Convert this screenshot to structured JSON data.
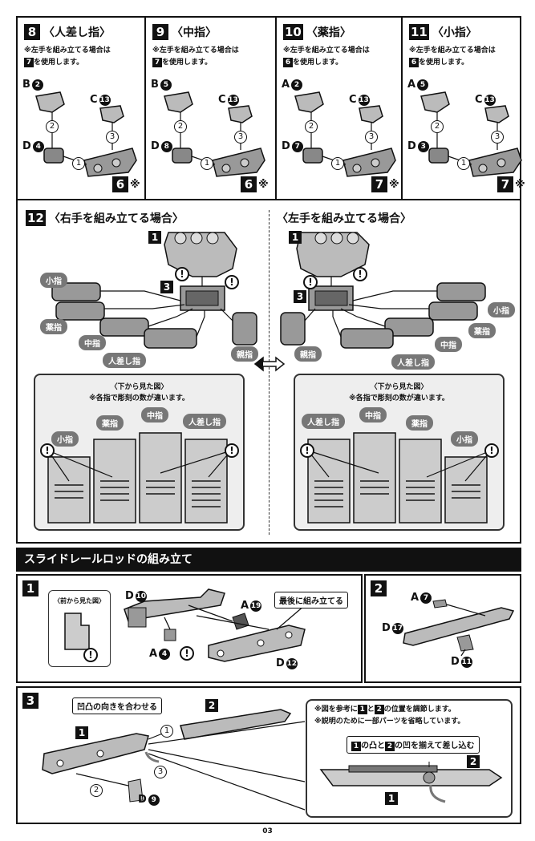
{
  "fingers": [
    {
      "step": "8",
      "title": "〈人差し指〉",
      "note1": "※左手を組み立てる場合は",
      "note_tag": "7",
      "note2": "を使用します。",
      "partA_letter": "B",
      "partA_num": "2",
      "partC_letter": "C",
      "partC_num": "13",
      "partD_letter": "D",
      "partD_num": "4",
      "result_tag": "6",
      "result_mark": "※"
    },
    {
      "step": "9",
      "title": "〈中指〉",
      "note1": "※左手を組み立てる場合は",
      "note_tag": "7",
      "note2": "を使用します。",
      "partA_letter": "B",
      "partA_num": "5",
      "partC_letter": "C",
      "partC_num": "13",
      "partD_letter": "D",
      "partD_num": "8",
      "result_tag": "6",
      "result_mark": "※"
    },
    {
      "step": "10",
      "title": "〈薬指〉",
      "note1": "※左手を組み立てる場合は",
      "note_tag": "6",
      "note2": "を使用します。",
      "partA_letter": "A",
      "partA_num": "2",
      "partC_letter": "C",
      "partC_num": "13",
      "partD_letter": "D",
      "partD_num": "7",
      "result_tag": "7",
      "result_mark": "※"
    },
    {
      "step": "11",
      "title": "〈小指〉",
      "note1": "※左手を組み立てる場合は",
      "note_tag": "6",
      "note2": "を使用します。",
      "partA_letter": "A",
      "partA_num": "5",
      "partC_letter": "C",
      "partC_num": "13",
      "partD_letter": "D",
      "partD_num": "3",
      "result_tag": "7",
      "result_mark": "※"
    }
  ],
  "step_labels": [
    "1",
    "2",
    "3"
  ],
  "hand": {
    "step": "12",
    "right_title": "〈右手を組み立てる場合〉",
    "left_title": "〈左手を組み立てる場合〉",
    "finger_labels": {
      "pinky": "小指",
      "ring": "薬指",
      "middle": "中指",
      "index": "人差し指",
      "thumb": "親指"
    },
    "view_title": "〈下から見た図〉",
    "view_note": "※各指で彫刻の数が違います。",
    "exclaim": "!"
  },
  "rail": {
    "header": "スライドレールロッドの組み立て",
    "front_view": "〈前から見た図〉",
    "last_note": "最後に組み立てる",
    "part_D10": {
      "letter": "D",
      "num": "10"
    },
    "part_A19": {
      "letter": "A",
      "num": "19"
    },
    "part_A4": {
      "letter": "A",
      "num": "4"
    },
    "part_D12": {
      "letter": "D",
      "num": "12"
    },
    "part_A7": {
      "letter": "A",
      "num": "7"
    },
    "part_D17": {
      "letter": "D",
      "num": "17"
    },
    "part_D11": {
      "letter": "D",
      "num": "11"
    },
    "part_D9": {
      "letter": "D",
      "num": "9"
    },
    "align_note": "凹凸の向きを合わせる",
    "ref_note_1a": "※図を参考に",
    "ref_note_1b": "と",
    "ref_note_1c": "の位置を調節します。",
    "ref_note_2": "※説明のために一部パーツを省略しています。",
    "insert_note_a": "の凸と",
    "insert_note_b": "の凹を揃えて差し込む"
  },
  "page_number": "03"
}
